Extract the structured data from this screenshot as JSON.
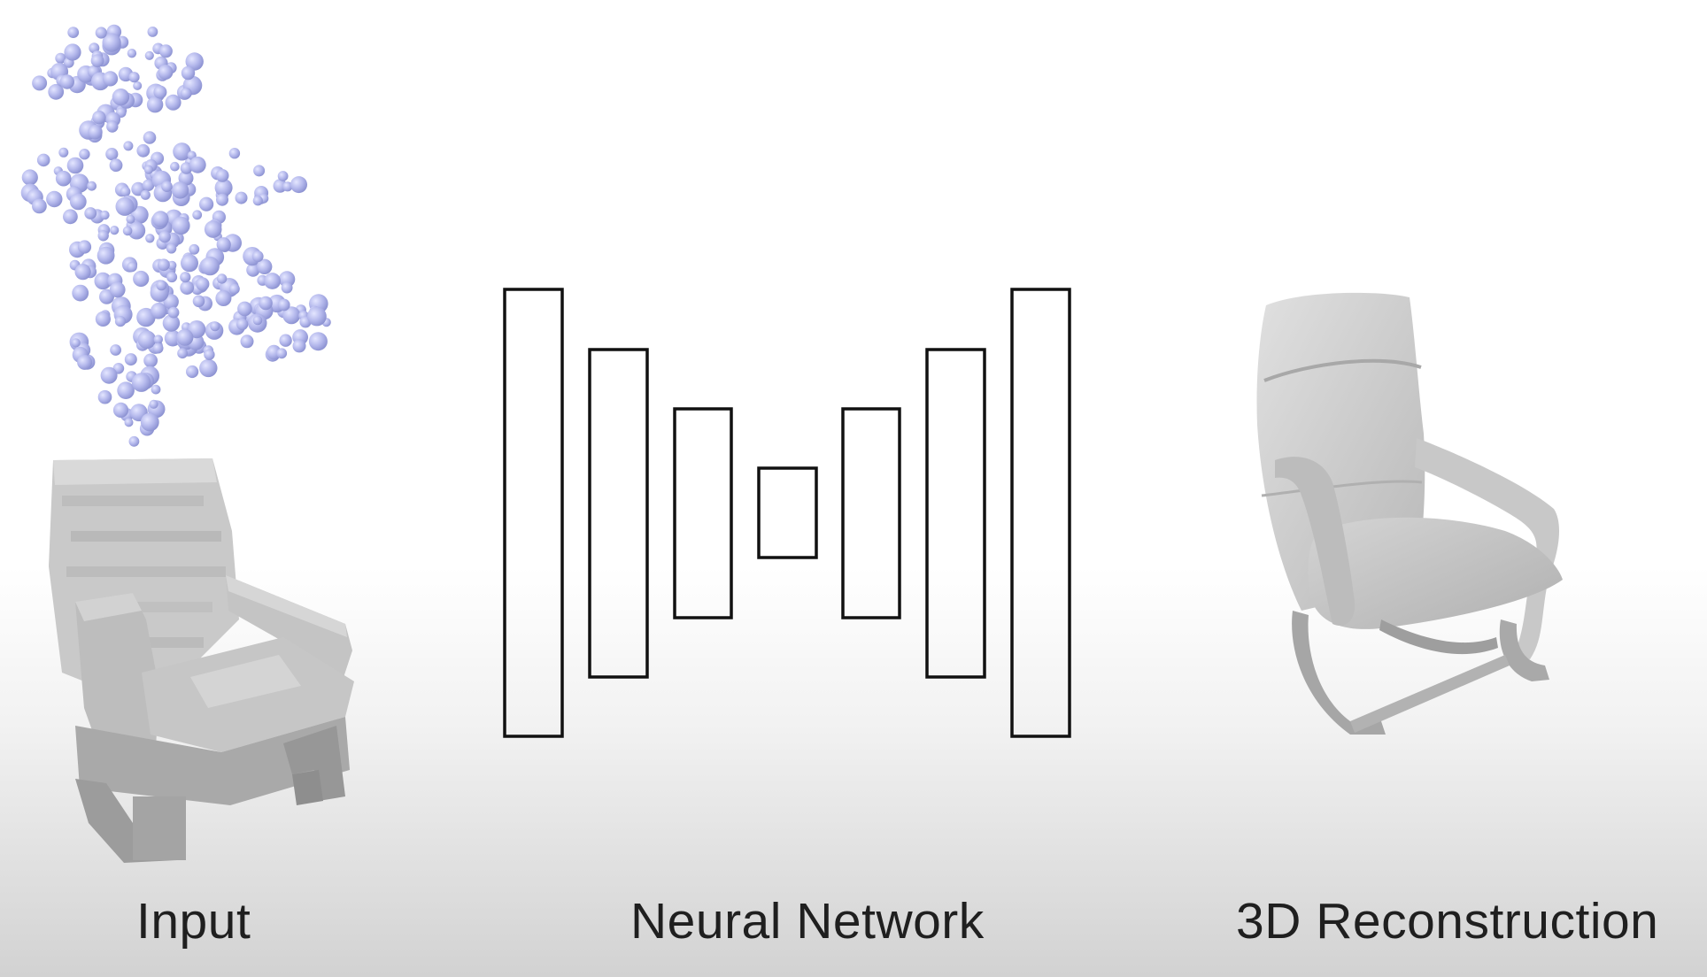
{
  "captions": {
    "input": "Input",
    "network": "Neural Network",
    "reconstruction": "3D Reconstruction"
  },
  "colors": {
    "point_fill": "#b4b8ec",
    "point_shade": "#8a90d0",
    "voxel_light": "#cfcfcf",
    "voxel_mid": "#b3b3b3",
    "voxel_dark": "#8e8e8e",
    "mesh_light": "#d6d6d6",
    "mesh_mid": "#bdbdbd",
    "mesh_dark": "#9a9a9a",
    "layer_stroke": "#111111"
  },
  "network": {
    "layer_count": 7,
    "architecture": "encoder-decoder",
    "relative_layer_heights": [
      1.0,
      0.73,
      0.47,
      0.2,
      0.47,
      0.73,
      1.0
    ]
  },
  "icons": [
    "point-cloud-icon",
    "voxel-chair-icon",
    "mesh-chair-icon"
  ]
}
